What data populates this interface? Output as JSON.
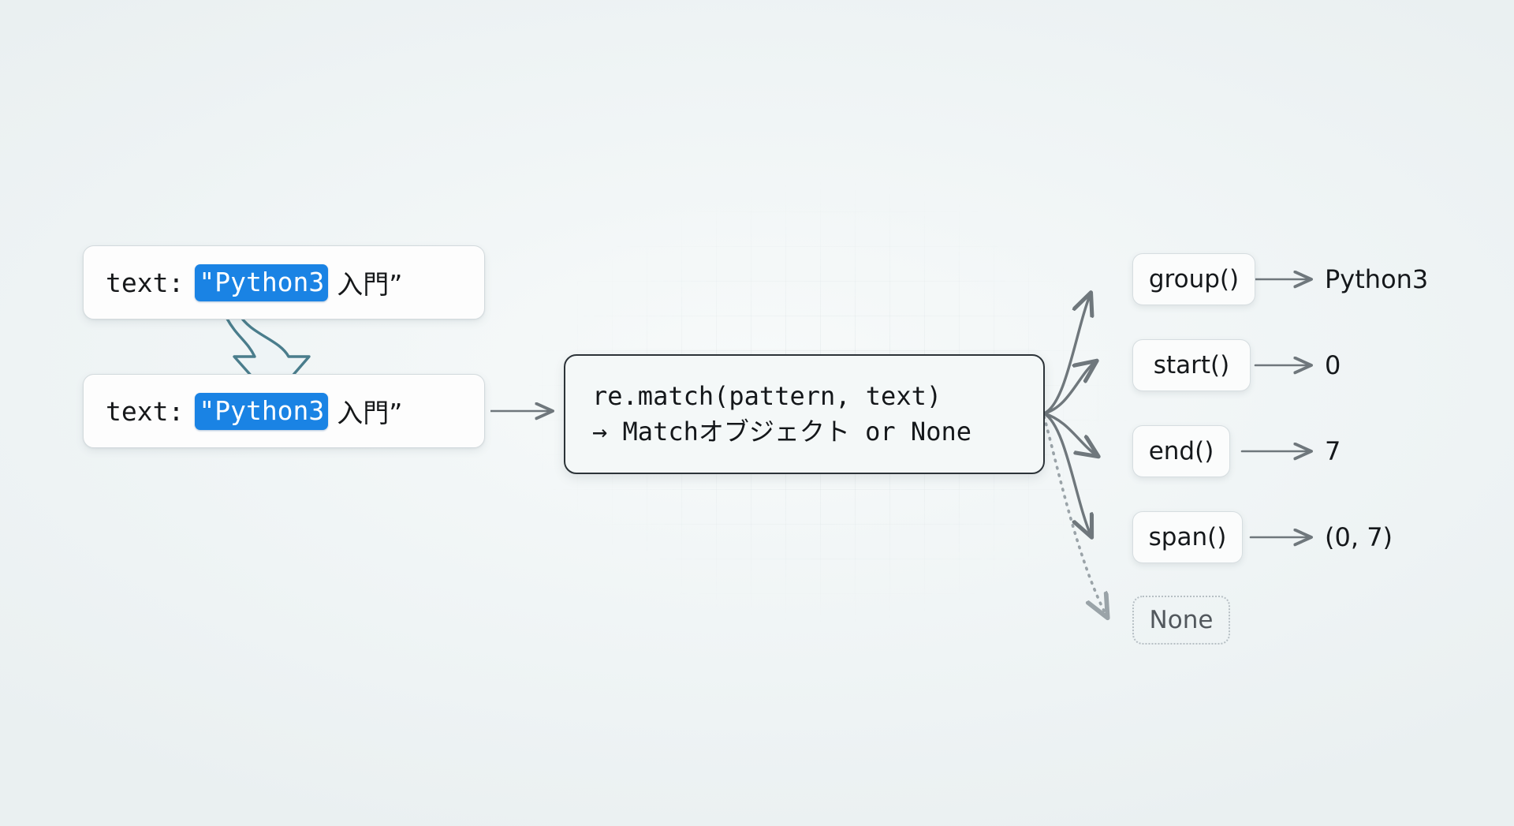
{
  "diagram": {
    "title_visible": false,
    "accent_blue": "#1a83e4",
    "teal_arrow": "#4a7d8c",
    "edge_gray": "#6f777c",
    "background": "#f1f5f6"
  },
  "source_boxes": [
    {
      "label": "text:",
      "highlight": "\"Python3",
      "tail": "入門”"
    },
    {
      "label": "text:",
      "highlight": "\"Python3",
      "tail": "入門”"
    }
  ],
  "center": {
    "line1": "re.match(pattern, text)",
    "line2": "→ Matchオブジェクト or None"
  },
  "methods": [
    {
      "name": "group()",
      "result": "Python3",
      "style": "solid"
    },
    {
      "name": "start()",
      "result": "0",
      "style": "solid"
    },
    {
      "name": "end()",
      "result": "7",
      "style": "solid"
    },
    {
      "name": "span()",
      "result": "(0, 7)",
      "style": "solid"
    },
    {
      "name": "None",
      "result": "",
      "style": "dotted"
    }
  ],
  "icons": {
    "down_arrow": "curved-down-arrow-icon",
    "right_arrow": "right-arrow-icon",
    "fanout_arrow": "curved-fanout-arrow-icon",
    "dotted_arrow": "dotted-fanout-arrow-icon"
  }
}
